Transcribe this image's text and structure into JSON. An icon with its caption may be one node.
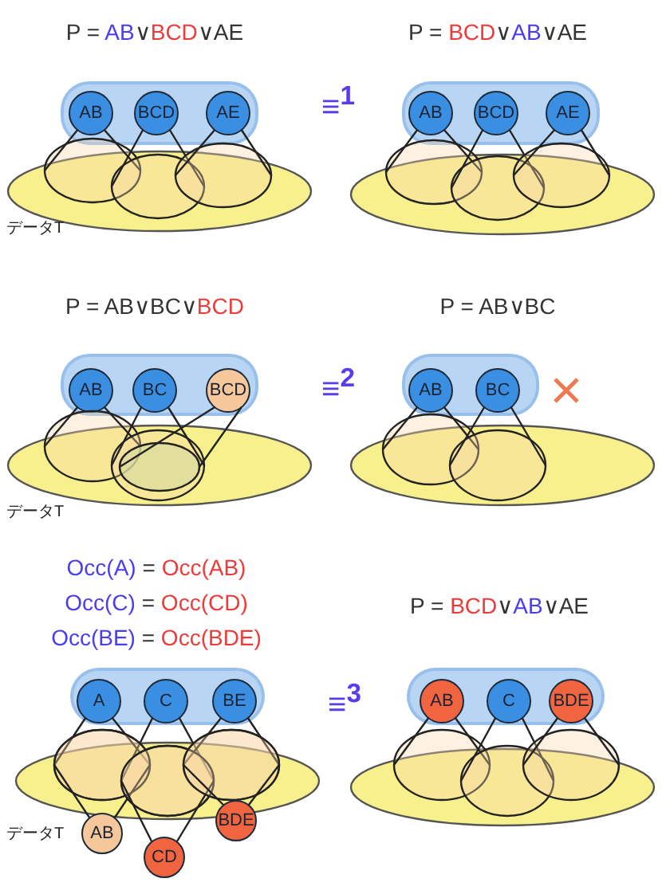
{
  "diagram": {
    "nodes": [
      {
        "text": [],
        "shape": "box"
      },
      {
        "text": [
          "AB"
        ],
        "in": 0
      },
      {
        "text": [
          "BCD"
        ],
        "in": 0
      },
      {
        "text": [
          "AE"
        ],
        "in": 0
      },
      {
        "text": [],
        "shape": "ellipse",
        "beside": [
          "データT"
        ]
      },
      {
        "text": [],
        "shape": "box"
      },
      {
        "text": [
          "AB"
        ],
        "in": 5
      },
      {
        "text": [
          "BCD"
        ],
        "in": 5
      },
      {
        "text": [
          "AE"
        ],
        "in": 5
      },
      {
        "text": [],
        "shape": "ellipse"
      },
      {
        "text": [],
        "shape": "box"
      },
      {
        "text": [
          "AB"
        ],
        "in": 10
      },
      {
        "text": [
          "BC"
        ],
        "in": 10
      },
      {
        "text": [
          "BCD"
        ],
        "in": 10
      },
      {
        "text": [],
        "shape": "ellipse",
        "beside": [
          "データT"
        ]
      },
      {
        "text": [],
        "shape": "box"
      },
      {
        "text": [
          "AB"
        ],
        "in": 15
      },
      {
        "text": [
          "BC"
        ],
        "in": 15
      },
      {
        "text": [],
        "shape": "ellipse"
      },
      {
        "text": [],
        "shape": "box"
      },
      {
        "text": [
          "A"
        ],
        "in": 19
      },
      {
        "text": [
          "C"
        ],
        "in": 19
      },
      {
        "text": [
          "BE"
        ],
        "in": 19
      },
      {
        "text": [],
        "shape": "ellipse",
        "beside": [
          "データT"
        ]
      },
      {
        "text": [
          "AB"
        ]
      },
      {
        "text": [
          "CD"
        ]
      },
      {
        "text": [
          "BDE"
        ]
      },
      {
        "text": [],
        "shape": "box"
      },
      {
        "text": [
          "AB"
        ],
        "in": 27
      },
      {
        "text": [
          "C"
        ],
        "in": 27
      },
      {
        "text": [
          "BDE"
        ],
        "in": 27
      },
      {
        "text": [],
        "shape": "ellipse"
      }
    ],
    "labels": [
      "P = AB∨BCD∨AE",
      "P = BCD∨AB∨AE",
      "≡$^{1}$",
      "P = AB∨BC∨BCD",
      "P = AB∨BC",
      "≡$^{2}$",
      "Occ(A) = Occ(AB)",
      "Occ(C) = Occ(CD)",
      "Occ(BE) = Occ(BDE)",
      "P = BCD∨AB∨AE",
      "≡$^{3}$"
    ]
  }
}
